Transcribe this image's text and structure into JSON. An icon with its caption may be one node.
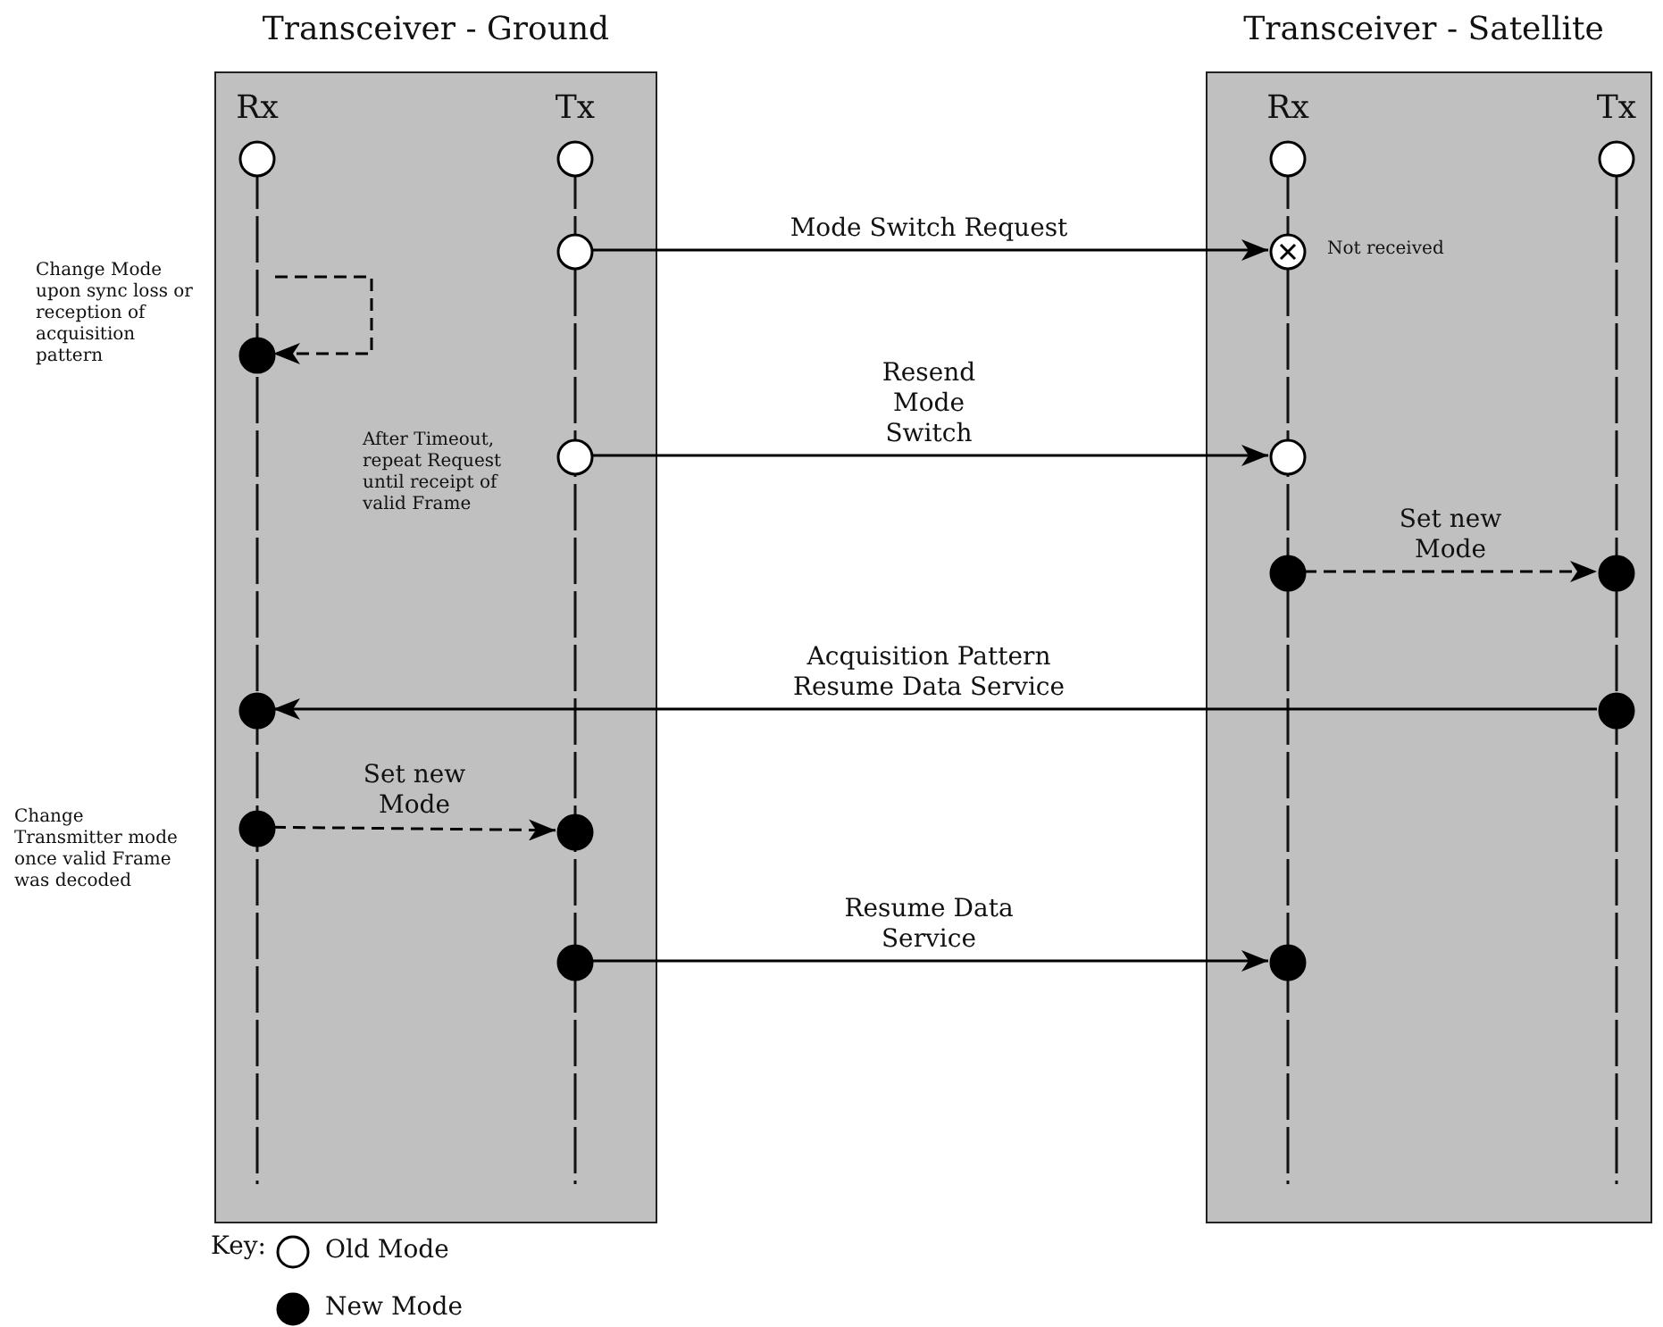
{
  "diagram": {
    "nodes": [
      {
        "text": [
          "Transceiver - Ground"
        ]
      },
      {
        "text": [
          "Transceiver - Satellite"
        ]
      },
      {
        "text": [
          "Rx"
        ],
        "in": 0
      },
      {
        "text": [
          "Tx"
        ],
        "in": 0
      },
      {
        "text": [
          "Rx"
        ],
        "in": 1
      },
      {
        "text": [
          "Tx"
        ],
        "in": 1
      },
      {
        "text": [],
        "shape": "circle",
        "in": 2
      },
      {
        "text": [],
        "shape": "circle",
        "in": 3
      },
      {
        "text": [],
        "shape": "circle",
        "in": 4
      },
      {
        "text": [],
        "shape": "circle",
        "in": 5
      },
      {
        "text": [],
        "shape": "circle",
        "in": 3
      },
      {
        "text": [],
        "shape": "cross",
        "in": 4,
        "beside": [
          "Not received"
        ]
      },
      {
        "text": [],
        "shape": "dot",
        "in": 2
      },
      {
        "text": [],
        "shape": "circle",
        "in": 3
      },
      {
        "text": [],
        "shape": "circle",
        "in": 4
      },
      {
        "text": [],
        "shape": "dot",
        "in": 4
      },
      {
        "text": [],
        "shape": "dot",
        "in": 5
      },
      {
        "text": [],
        "shape": "dot",
        "in": 2
      },
      {
        "text": [],
        "shape": "dot",
        "in": 5
      },
      {
        "text": [],
        "shape": "dot",
        "in": 2
      },
      {
        "text": [],
        "shape": "dot",
        "in": 3
      },
      {
        "text": [],
        "shape": "dot",
        "in": 3
      },
      {
        "text": [],
        "shape": "dot",
        "in": 4
      }
    ],
    "edges": [
      {
        "from": 10,
        "to": 11,
        "arrow": "to",
        "label": "Mode Switch Request"
      },
      {
        "from": 2,
        "to": 12,
        "arrow": "to",
        "style": "dashed"
      },
      {
        "from": 13,
        "to": 14,
        "arrow": "to",
        "label": "Resend Mode Switch"
      },
      {
        "from": 15,
        "to": 16,
        "arrow": "to",
        "style": "dashed",
        "label": "Set new Mode"
      },
      {
        "from": 18,
        "to": 17,
        "arrow": "to",
        "label": "Acquisition Pattern Resume Data Service"
      },
      {
        "from": 19,
        "to": 20,
        "arrow": "to",
        "style": "dashed",
        "label": "Set new Mode"
      },
      {
        "from": 21,
        "to": 22,
        "arrow": "to",
        "label": "Resume Data Service"
      }
    ],
    "labels": [
      "Change Mode upon sync loss or reception of acquisition pattern",
      "After Timeout, repeat Request until receipt of valid Frame",
      "Change Transmitter mode once valid Frame was decoded",
      "Key:"
    ],
    "legend": [
      {
        "text": "Old Mode"
      },
      {
        "text": "New Mode"
      }
    ]
  }
}
